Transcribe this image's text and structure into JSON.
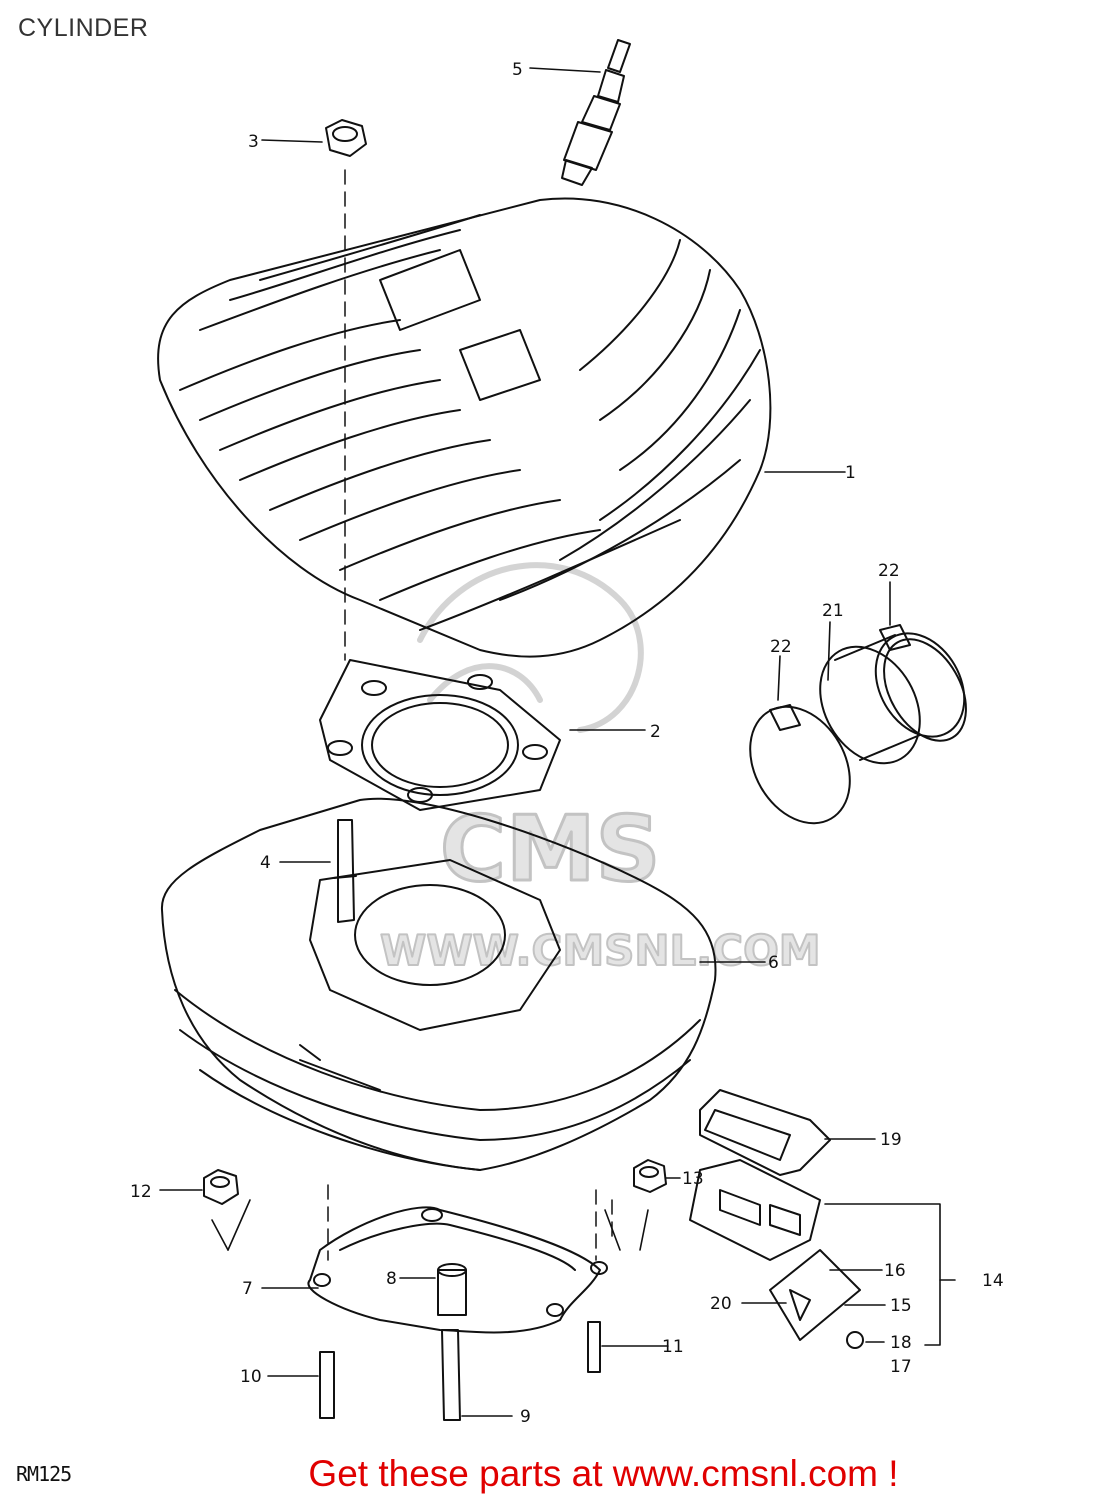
{
  "page": {
    "title": "CYLINDER",
    "model_code": "RM125",
    "footer_text": "Get these parts at www.cmsnl.com !",
    "watermark": "CMS www.cmsnl.com"
  },
  "colors": {
    "line": "#111111",
    "footer": "#e00000",
    "watermark": "#cfcfcf"
  },
  "callouts": [
    {
      "id": "1",
      "part": "cylinder-head"
    },
    {
      "id": "2",
      "part": "head-gasket"
    },
    {
      "id": "3",
      "part": "head-nut"
    },
    {
      "id": "4",
      "part": "stud-bolt"
    },
    {
      "id": "5",
      "part": "spark-plug"
    },
    {
      "id": "6",
      "part": "cylinder"
    },
    {
      "id": "7",
      "part": "base-gasket"
    },
    {
      "id": "8",
      "part": "dowel-pin"
    },
    {
      "id": "9",
      "part": "stud"
    },
    {
      "id": "10",
      "part": "pin"
    },
    {
      "id": "11",
      "part": "pin"
    },
    {
      "id": "12",
      "part": "nut"
    },
    {
      "id": "13",
      "part": "nut"
    },
    {
      "id": "14",
      "part": "reed-valve-assembly"
    },
    {
      "id": "15",
      "part": "reed-stopper"
    },
    {
      "id": "16",
      "part": "reed"
    },
    {
      "id": "17",
      "part": "washer"
    },
    {
      "id": "18",
      "part": "screw"
    },
    {
      "id": "19",
      "part": "reed-gasket"
    },
    {
      "id": "20",
      "part": "screw"
    },
    {
      "id": "21",
      "part": "intake-pipe"
    },
    {
      "id": "22",
      "part": "clamp"
    }
  ]
}
